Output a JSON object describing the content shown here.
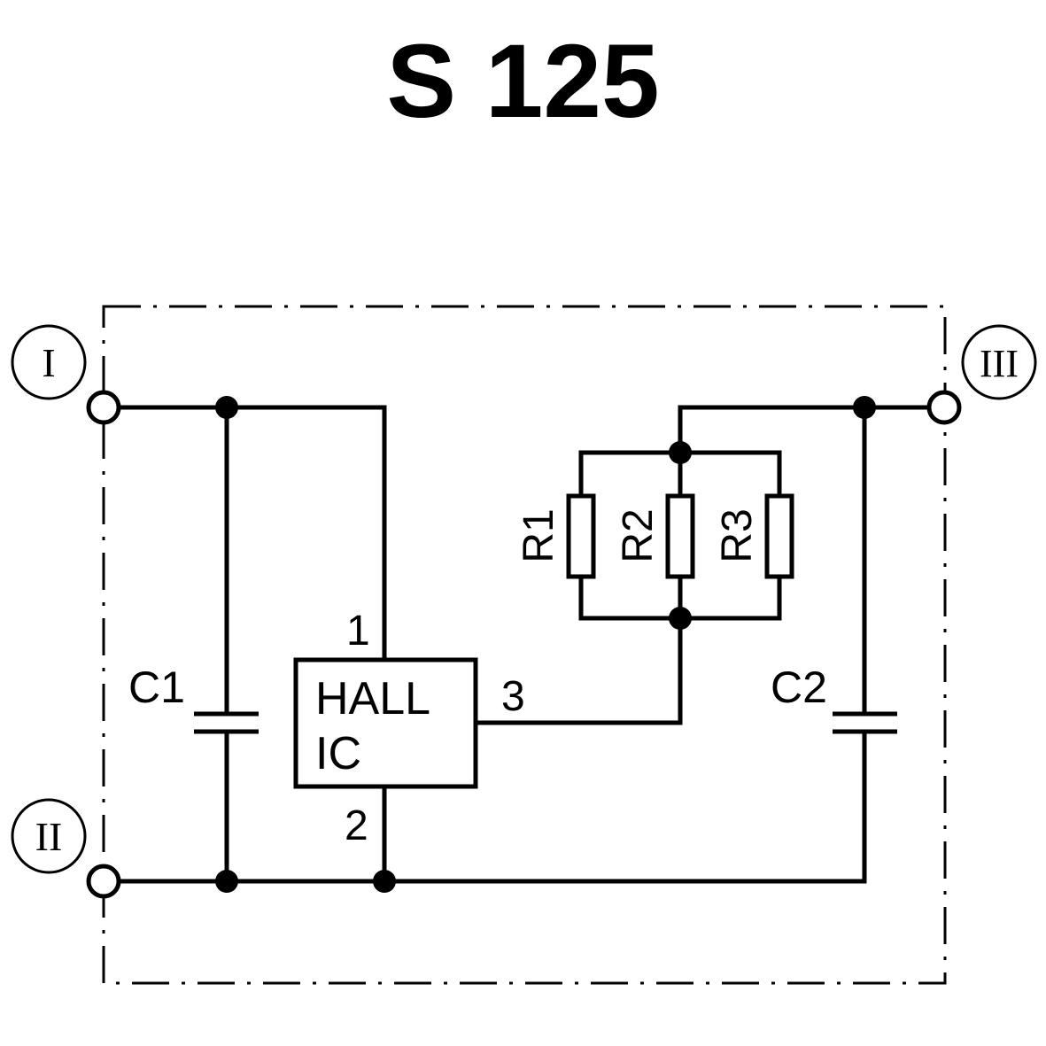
{
  "title": "S 125",
  "terminals": {
    "t1": "I",
    "t2": "II",
    "t3": "III"
  },
  "components": {
    "c1": "C1",
    "c2": "C2",
    "r1": "R1",
    "r2": "R2",
    "r3": "R3",
    "ic_line1": "HALL",
    "ic_line2": "IC"
  },
  "pins": {
    "p1": "1",
    "p2": "2",
    "p3": "3"
  }
}
